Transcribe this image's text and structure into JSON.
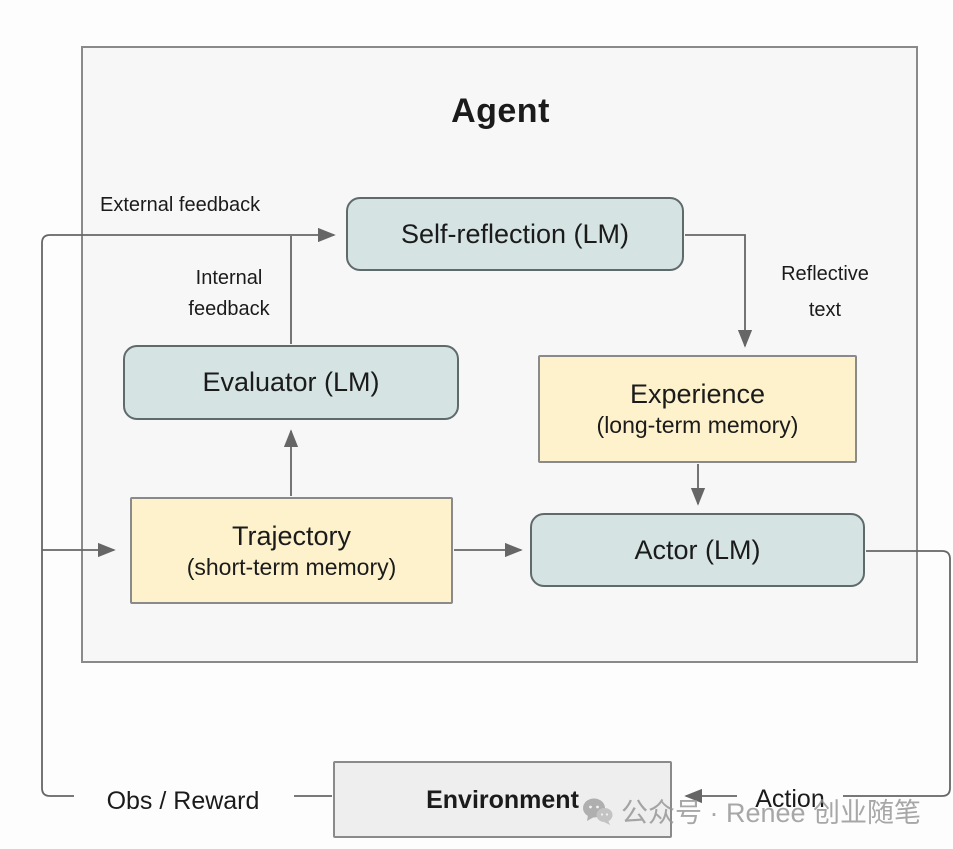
{
  "agent": {
    "title": "Agent"
  },
  "nodes": {
    "self_reflection": {
      "label": "Self-reflection (LM)"
    },
    "evaluator": {
      "label": "Evaluator (LM)"
    },
    "experience": {
      "label": "Experience",
      "sublabel": "(long-term memory)"
    },
    "trajectory": {
      "label": "Trajectory",
      "sublabel": "(short-term memory)"
    },
    "actor": {
      "label": "Actor (LM)"
    },
    "environment": {
      "label": "Environment"
    }
  },
  "labels": {
    "external_feedback": "External feedback",
    "internal_feedback": "Internal feedback",
    "reflective_text": "Reflective text",
    "obs_reward": "Obs / Reward",
    "action": "Action"
  },
  "colors": {
    "lm_box": "#d5e3e3",
    "memory_box": "#fdf2cc",
    "environment_box": "#eeeeee",
    "connector": "#666666",
    "border": "#8a8a8a"
  },
  "watermark": {
    "icon": "chat-bubbles-icon",
    "text": "公众号 · Renee 创业随笔"
  }
}
